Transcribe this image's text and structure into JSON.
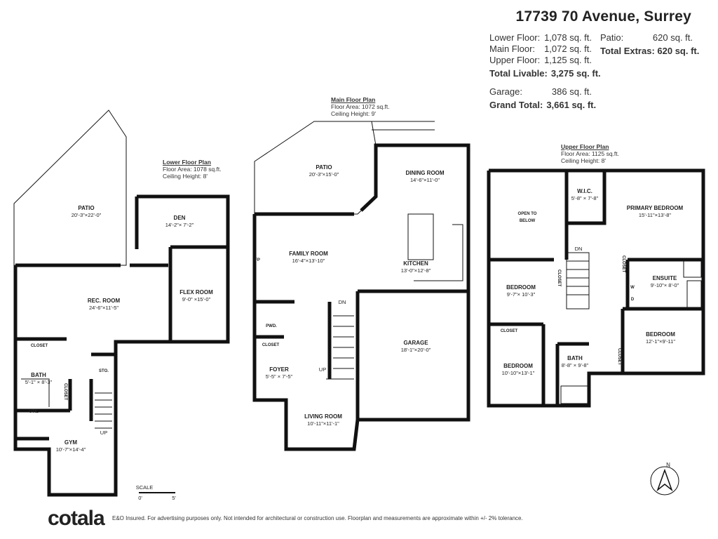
{
  "title": "17739 70 Avenue, Surrey",
  "stats": {
    "rows": [
      {
        "label": "Lower Floor:",
        "value": "1,078 sq. ft."
      },
      {
        "label": "Main Floor:",
        "value": "1,072 sq. ft."
      },
      {
        "label": "Upper Floor:",
        "value": "1,125 sq. ft."
      }
    ],
    "total_livable": {
      "label": "Total Livable:",
      "value": "3,275 sq. ft."
    },
    "garage": {
      "label": "Garage:",
      "value": "386 sq. ft."
    },
    "grand_total": {
      "label": "Grand Total:",
      "value": "3,661 sq. ft."
    },
    "patio": {
      "label": "Patio:",
      "value": "620 sq. ft."
    },
    "total_extras": "Total Extras: 620 sq. ft."
  },
  "lower": {
    "heading": "Lower Floor Plan",
    "area": "Floor Area: 1078 sq.ft.",
    "ceiling": "Ceiling Height: 8'",
    "rooms": [
      {
        "name": "PATIO",
        "dim": "20'-3\"×22'-0\""
      },
      {
        "name": "DEN",
        "dim": "14'-2\"× 7'-2\""
      },
      {
        "name": "REC. ROOM",
        "dim": "24'-6\"×11'-5\""
      },
      {
        "name": "FLEX ROOM",
        "dim": "9'-0\" ×15'-0\""
      },
      {
        "name": "BATH",
        "dim": "5'-1\" × 8'-3\""
      },
      {
        "name": "GYM",
        "dim": "10'-7\"×14'-4\""
      },
      {
        "name": "CLOSET",
        "dim": ""
      },
      {
        "name": "UTIL",
        "dim": ""
      },
      {
        "name": "STO.",
        "dim": ""
      }
    ],
    "closet_vertical": "CLOSET",
    "up": "UP"
  },
  "main": {
    "heading": "Main Floor Plan",
    "area": "Floor Area: 1072 sq.ft.",
    "ceiling": "Ceiling Height: 9'",
    "rooms": [
      {
        "name": "PATIO",
        "dim": "20'-3\"×15'-0\""
      },
      {
        "name": "DINING ROOM",
        "dim": "14'-6\"×11'-0\""
      },
      {
        "name": "FAMILY ROOM",
        "dim": "16'-4\"×13'-10\""
      },
      {
        "name": "KITCHEN",
        "dim": "13'-0\"×12'-8\""
      },
      {
        "name": "GARAGE",
        "dim": "18'-1\"×20'-0\""
      },
      {
        "name": "FOYER",
        "dim": "5'-5\" × 7'-5\""
      },
      {
        "name": "LIVING ROOM",
        "dim": "10'-11\"×11'-1\""
      },
      {
        "name": "PWD.",
        "dim": ""
      },
      {
        "name": "CLOSET",
        "dim": ""
      }
    ],
    "fp": "FP",
    "dn": "DN",
    "up": "UP"
  },
  "upper": {
    "heading": "Upper Floor Plan",
    "area": "Floor Area: 1125 sq.ft.",
    "ceiling": "Ceiling Height: 8'",
    "rooms": [
      {
        "name": "OPEN TO BELOW",
        "dim": ""
      },
      {
        "name": "W.I.C.",
        "dim": "5'-8\" × 7'-8\""
      },
      {
        "name": "PRIMARY BEDROOM",
        "dim": "15'-11\"×13'-8\""
      },
      {
        "name": "ENSUITE",
        "dim": "9'-10\"× 8'-0\""
      },
      {
        "name": "BEDROOM",
        "dim": "9'-7\"× 10'-3\""
      },
      {
        "name": "BEDROOM",
        "dim": "12'-1\"×9'-11\""
      },
      {
        "name": "BEDROOM",
        "dim": "10'-10\"×13'-1\""
      },
      {
        "name": "BATH",
        "dim": "8'-8\" × 9'-8\""
      },
      {
        "name": "CLOSET",
        "dim": ""
      }
    ],
    "closets_vertical": [
      "CLOSET",
      "CLOSET",
      "CLOSET"
    ],
    "w": "W",
    "d": "D",
    "dn": "DN"
  },
  "scale": {
    "label": "SCALE",
    "start": "0'",
    "end": "5'"
  },
  "north": "N",
  "logo": "cotala",
  "disclaimer": "E&O Insured. For advertising purposes only. Not intended for architectural or construction use. Floorplan and measurements are approximate within +/- 2% tolerance."
}
